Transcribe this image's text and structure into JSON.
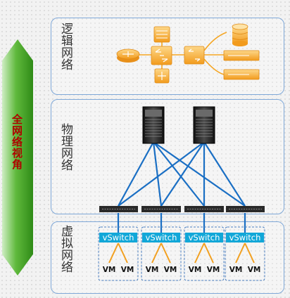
{
  "side_banner": {
    "label": "全网络视角"
  },
  "layers": {
    "logical": {
      "label": "逻辑网络"
    },
    "physical": {
      "label": "物理网络"
    },
    "virtual": {
      "label": "虚拟网络"
    }
  },
  "vswitches": [
    {
      "label": "vSwitch",
      "vms": [
        "VM",
        "VM"
      ]
    },
    {
      "label": "vSwitch",
      "vms": [
        "VM",
        "VM"
      ]
    },
    {
      "label": "vSwitch",
      "vms": [
        "VM",
        "VM"
      ]
    },
    {
      "label": "vSwitch",
      "vms": [
        "VM",
        "VM"
      ]
    }
  ],
  "icons": {
    "router": "router-icon",
    "switch": "switch-icon",
    "firewall": "firewall-icon",
    "database": "database-icon",
    "server": "server-icon"
  },
  "colors": {
    "banner_green": "#3a9a1f",
    "banner_text": "#b00000",
    "panel_border": "#7fa8d8",
    "link_blue": "#1a6fc4",
    "vswitch_fill": "#11a7d8",
    "vm_line": "#f2a020",
    "logical_orange": "#f5a623"
  }
}
